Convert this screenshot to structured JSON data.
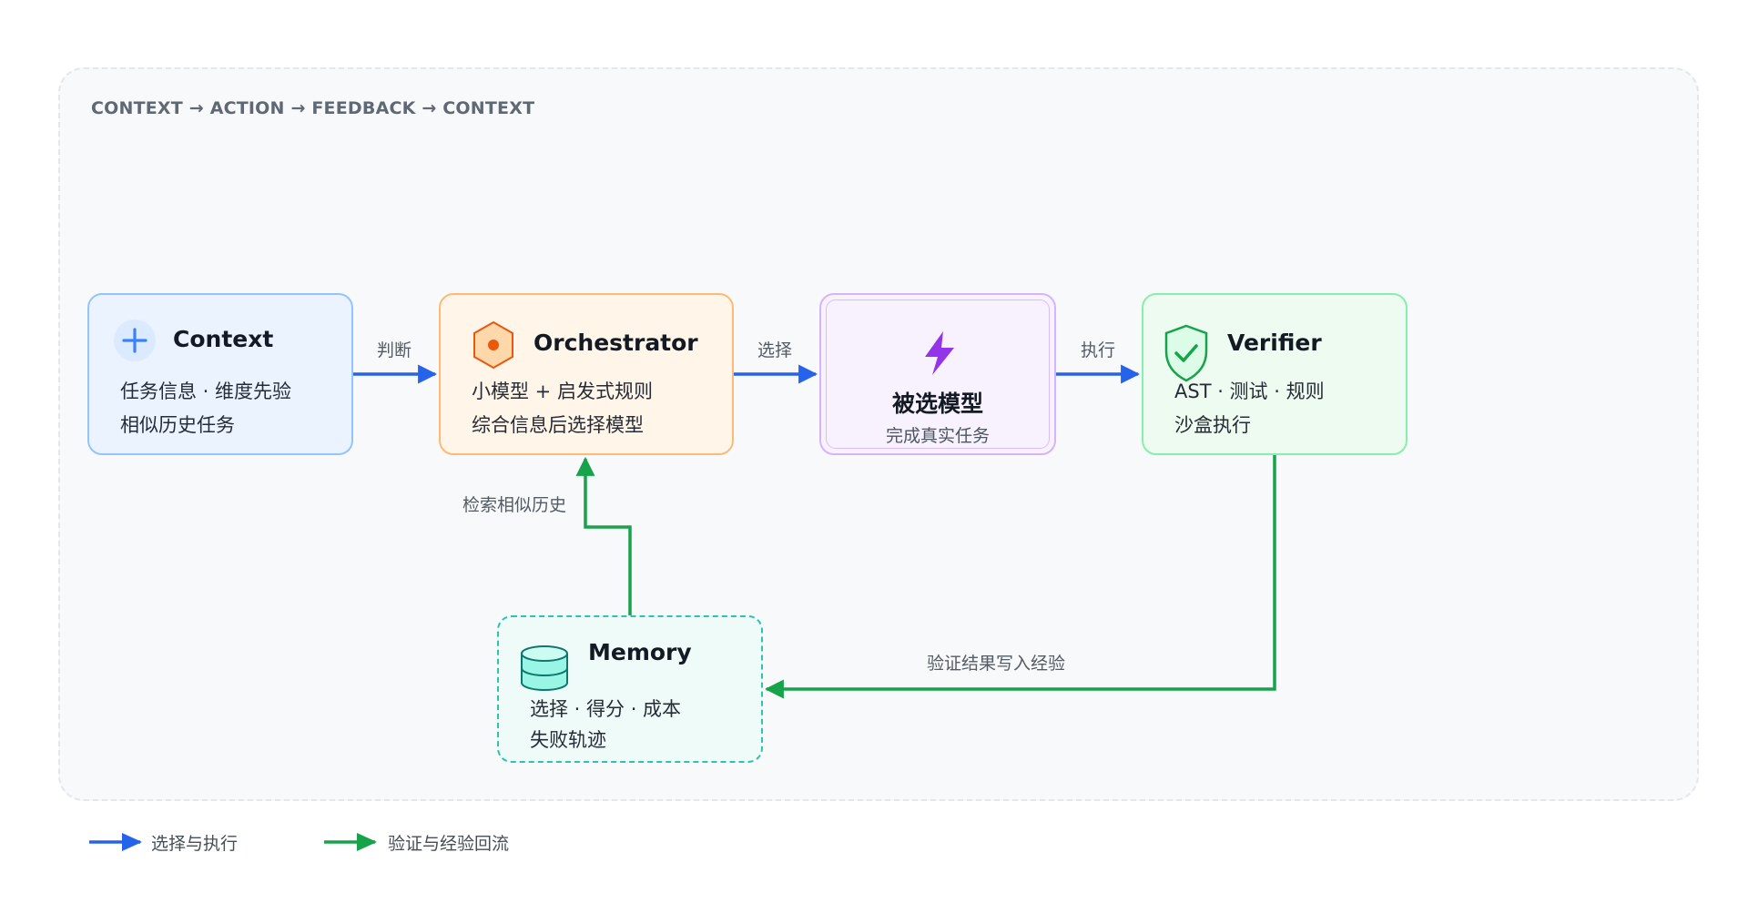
{
  "diagram": {
    "loop_label": "CONTEXT → ACTION → FEEDBACK → CONTEXT",
    "nodes": {
      "context": {
        "title": "Context",
        "lines": [
          "任务信息 · 维度先验",
          "相似历史任务"
        ],
        "icon": "plus-icon"
      },
      "orchestrator": {
        "title": "Orchestrator",
        "lines": [
          "小模型 + 启发式规则",
          "综合信息后选择模型"
        ],
        "icon": "hexagon-icon"
      },
      "candidate": {
        "title": "被选模型",
        "subtitle": "完成真实任务",
        "icon": "lightning-icon"
      },
      "verifier": {
        "title": "Verifier",
        "lines": [
          "AST · 测试 · 规则",
          "沙盒执行"
        ],
        "icon": "shield-check-icon"
      },
      "memory": {
        "title": "Memory",
        "lines": [
          "选择 · 得分 · 成本",
          "失败轨迹"
        ],
        "icon": "database-icon"
      }
    },
    "edges": {
      "context_to_orchestrator": "判断",
      "orchestrator_to_candidate": "选择",
      "candidate_to_verifier": "执行",
      "memory_to_orchestrator": "检索相似历史",
      "verifier_to_memory": "验证结果写入经验"
    },
    "legend": [
      {
        "label": "选择与执行",
        "color": "#2563eb"
      },
      {
        "label": "验证与经验回流",
        "color": "#16a34a"
      }
    ],
    "colors": {
      "selection_flow": "#2563eb",
      "feedback_flow": "#16a34a",
      "context_accent": "#3b82f6",
      "orchestrator_accent": "#f97316",
      "candidate_accent": "#9333ea",
      "verifier_accent": "#16a34a",
      "memory_accent": "#14b8a6"
    }
  }
}
